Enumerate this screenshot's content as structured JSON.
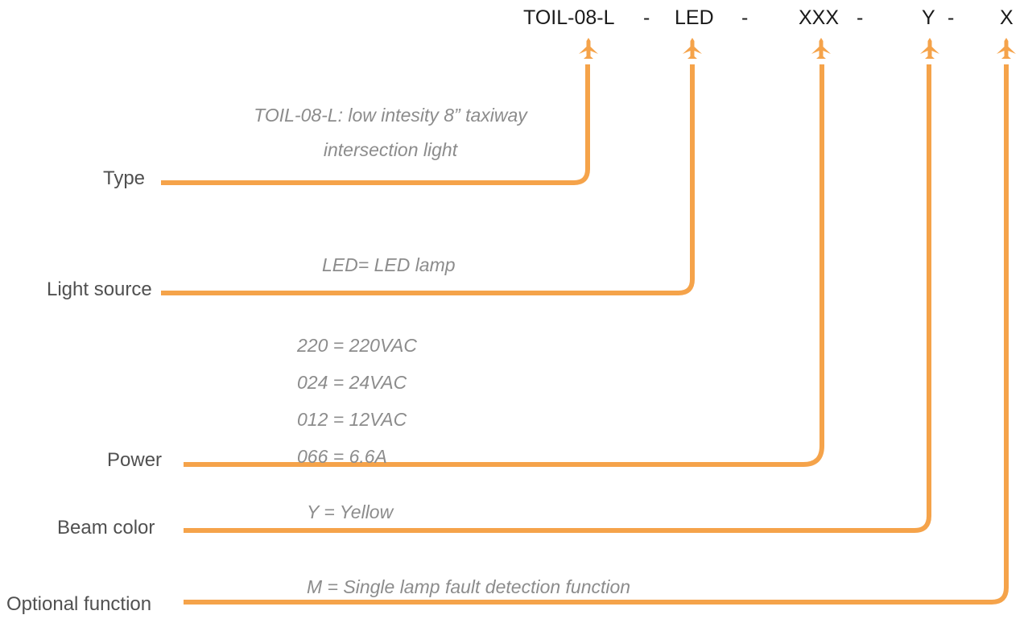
{
  "code": {
    "type": "TOIL-08-L",
    "sep1": "-",
    "light_source": "LED",
    "sep2": "-",
    "power": "XXX",
    "sep3": "-",
    "beam_color": "Y",
    "sep4": "-",
    "optional": "X"
  },
  "fields": {
    "type": {
      "label": "Type",
      "desc_line1": "TOIL-08-L: low intesity 8” taxiway",
      "desc_line2": "intersection light"
    },
    "light_source": {
      "label": "Light source",
      "desc": "LED= LED lamp"
    },
    "power": {
      "label": "Power",
      "options": [
        "220 = 220VAC",
        "024 = 24VAC",
        "012 = 12VAC",
        "066 = 6.6A"
      ]
    },
    "beam_color": {
      "label": "Beam color",
      "desc": "Y = Yellow"
    },
    "optional_function": {
      "label": "Optional function",
      "desc": "M = Single lamp fault detection function"
    }
  },
  "icons": [
    "airplane-icon",
    "airplane-icon",
    "airplane-icon",
    "airplane-icon",
    "airplane-icon"
  ],
  "colors": {
    "line": "#F5A34A",
    "label": "#505050",
    "desc": "#8C8C8C",
    "code": "#1A1A1A"
  }
}
